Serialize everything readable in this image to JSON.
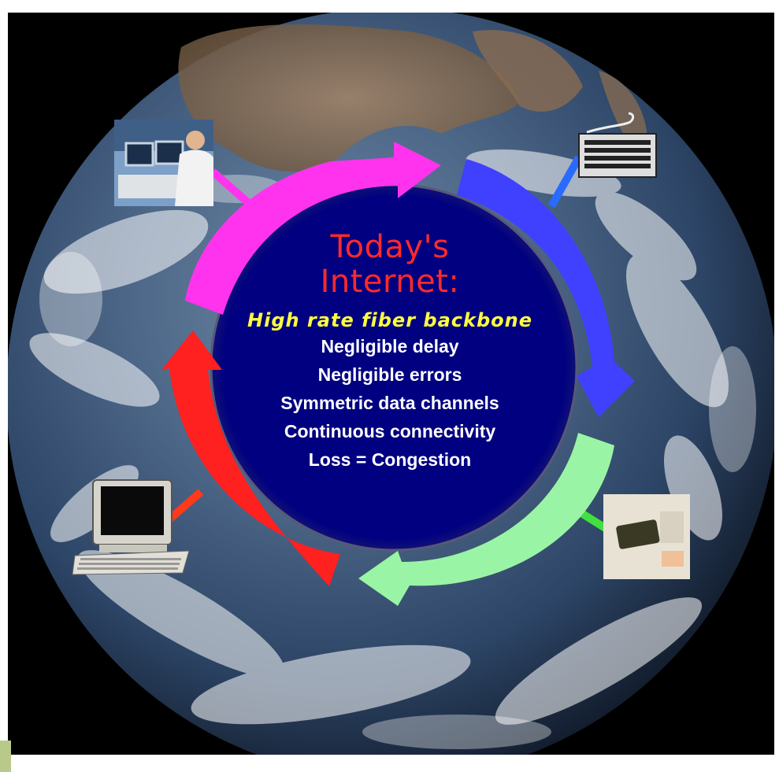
{
  "diagram": {
    "title_line1": "Today's",
    "title_line2": "Internet:",
    "subtitle": "High rate fiber backbone",
    "features": [
      "Negligible delay",
      "Negligible errors",
      "Symmetric data channels",
      "Continuous connectivity",
      "Loss = Congestion"
    ],
    "footer_text": "",
    "colors": {
      "title": "#ff2a2a",
      "subtitle": "#ffff40",
      "features": "#ffffff",
      "center_disc": "#000080",
      "arrow_magenta": "#ff33ee",
      "arrow_blue": "#4040ff",
      "arrow_green": "#99f5a5",
      "arrow_red": "#ff2020"
    },
    "devices": [
      {
        "name": "workstation-operator",
        "icon": "operator-workstation-icon"
      },
      {
        "name": "keyboard",
        "icon": "keyboard-icon"
      },
      {
        "name": "handheld-device",
        "icon": "handheld-device-icon"
      },
      {
        "name": "desktop-pc",
        "icon": "desktop-computer-icon"
      }
    ]
  }
}
